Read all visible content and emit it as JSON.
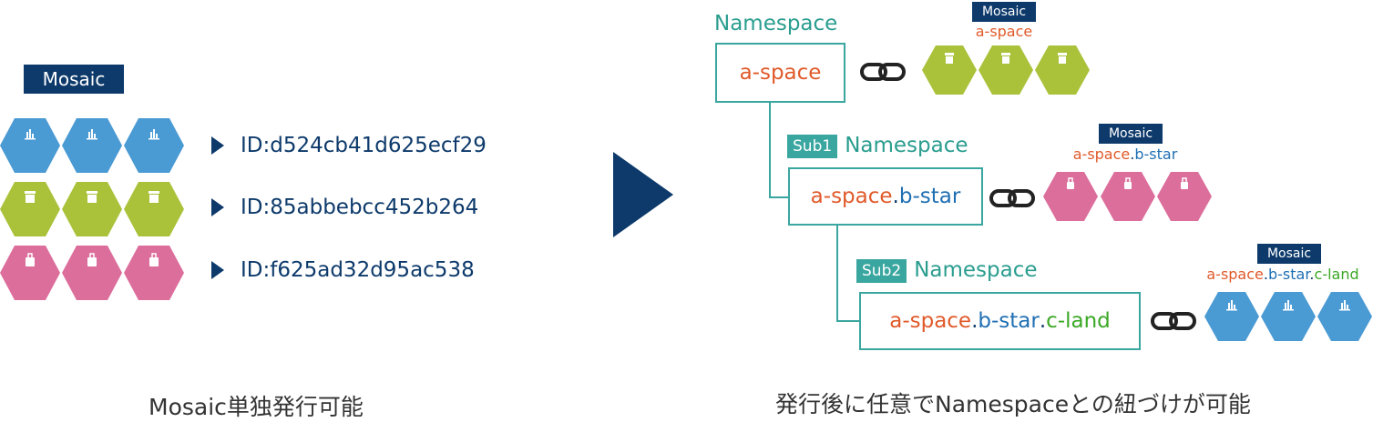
{
  "left": {
    "mosaic_label": "Mosaic",
    "rows": [
      {
        "id_text": "ID:d524cb41d625ecf29",
        "color": "#4a9ad4",
        "icon": "chart-icon"
      },
      {
        "id_text": "ID:85abbebcc452b264",
        "color": "#a9c23a",
        "icon": "box-icon"
      },
      {
        "id_text": "ID:f625ad32d95ac538",
        "color": "#dc6e9c",
        "icon": "bag-icon"
      }
    ],
    "caption": "Mosaic単独発行可能"
  },
  "right": {
    "root": {
      "label": "Namespace",
      "box_text": "a-space",
      "mosaic_label": "Mosaic",
      "ns_parts": [
        "a-space"
      ],
      "color": "#a9c23a",
      "icon": "box-icon"
    },
    "sub1": {
      "badge": "Sub1",
      "label": "Namespace",
      "box_parts": [
        "a-space",
        ".",
        "b-star"
      ],
      "mosaic_label": "Mosaic",
      "ns_parts": [
        "a-space",
        ".",
        "b-star"
      ],
      "color": "#dc6e9c",
      "icon": "bag-icon"
    },
    "sub2": {
      "badge": "Sub2",
      "label": "Namespace",
      "box_parts": [
        "a-space",
        ".",
        "b-star",
        ".",
        "c-land"
      ],
      "mosaic_label": "Mosaic",
      "ns_parts": [
        "a-space",
        ".",
        "b-star",
        ".",
        "c-land"
      ],
      "color": "#4a9ad4",
      "icon": "chart-icon"
    },
    "caption": "発行後に任意でNamespaceとの紐づけが可能"
  },
  "colors": {
    "navy": "#0d3a6b",
    "teal": "#3aa6a0",
    "red": "#e05a2a",
    "blue": "#1f6fb3",
    "green": "#3aa825"
  }
}
